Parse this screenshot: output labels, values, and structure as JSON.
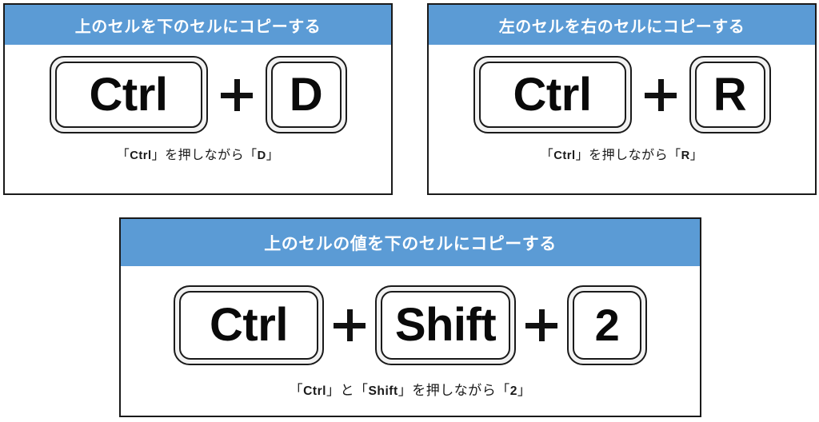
{
  "page": {
    "accent_color": "#5B9BD5",
    "border_color": "#1A1A1A",
    "background": "#FFFFFF",
    "header_text_color": "#FFFFFF",
    "keycap_face_color": "#FFFFFF",
    "keycap_rim_color": "#F2F2F2"
  },
  "panels": [
    {
      "id": "copy-cell-down",
      "title": "上のセルを下のセルにコピーする",
      "keys": [
        "Ctrl",
        "D"
      ],
      "separator": "+",
      "caption": {
        "full": "「Ctrl」を押しながら「D」",
        "open_bracket": "「",
        "close_bracket": "」",
        "key1": "Ctrl",
        "middle": "を押しながら",
        "key2": "D"
      }
    },
    {
      "id": "copy-cell-right",
      "title": "左のセルを右のセルにコピーする",
      "keys": [
        "Ctrl",
        "R"
      ],
      "separator": "+",
      "caption": {
        "full": "「Ctrl」を押しながら「R」",
        "open_bracket": "「",
        "close_bracket": "」",
        "key1": "Ctrl",
        "middle": "を押しながら",
        "key2": "R"
      }
    },
    {
      "id": "copy-cell-value-down",
      "title": "上のセルの値を下のセルにコピーする",
      "keys": [
        "Ctrl",
        "Shift",
        "2"
      ],
      "separator": "+",
      "caption": {
        "full": "「Ctrl」と「Shift」を押しながら「2」",
        "open_bracket": "「",
        "close_bracket": "」",
        "key1": "Ctrl",
        "conjunction": "と",
        "key2": "Shift",
        "middle": "を押しながら",
        "key3": "2"
      }
    }
  ]
}
